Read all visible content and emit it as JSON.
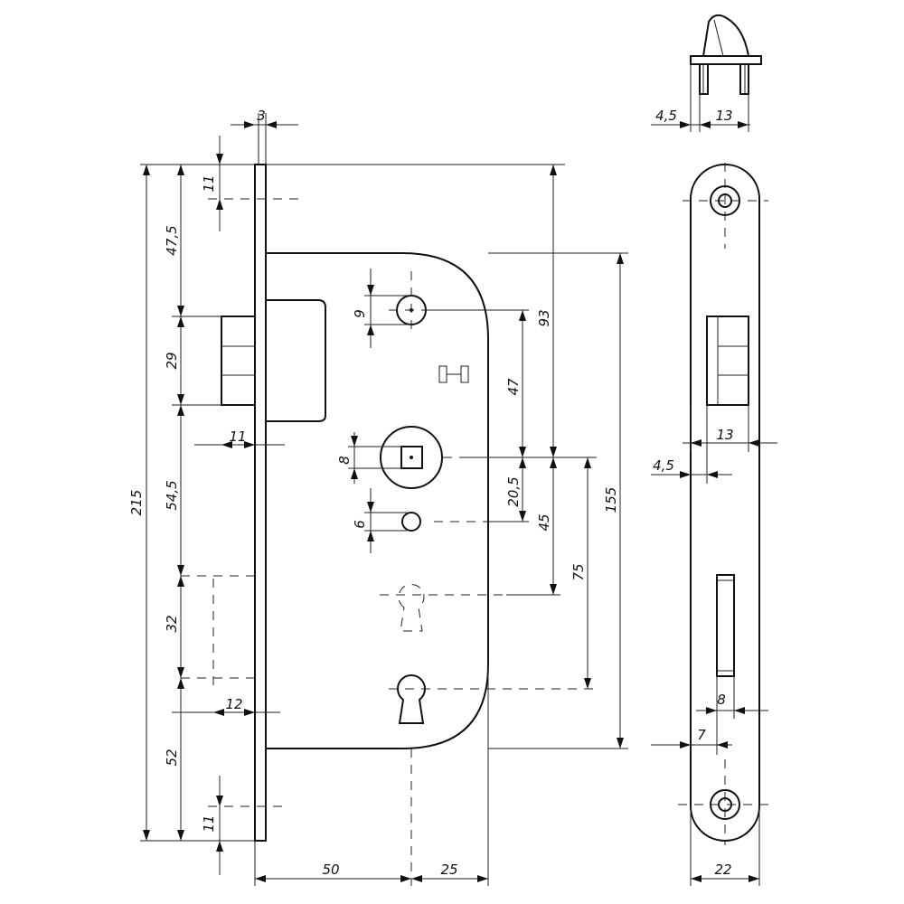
{
  "dimensions": {
    "faceplate_thickness": "3",
    "top_hole_offset": "11",
    "top_to_latch": "47,5",
    "latch_height": "29",
    "latch_to_spindle": "54,5",
    "bolt_spacing": "32",
    "bottom_to_bolt": "52",
    "bottom_hole_offset": "11",
    "total_height": "215",
    "latch_projection": "11",
    "bolt_projection": "12",
    "hole_9": "9",
    "follower_8": "8",
    "hole_6": "6",
    "spindle_to_top_hole": "47",
    "spindle_to_hole6": "20,5",
    "top_to_spindle": "93",
    "spindle_to_keyhole": "45",
    "spindle_to_lower_keyhole": "75",
    "case_height": "155",
    "backset": "50",
    "case_depth_rest": "25",
    "top_view_offset": "4,5",
    "top_view_width": "13",
    "latch_width_front": "13",
    "front_offset": "4,5",
    "bolt_width_front": "8",
    "bolt_offset_front": "7",
    "faceplate_width": "22"
  }
}
